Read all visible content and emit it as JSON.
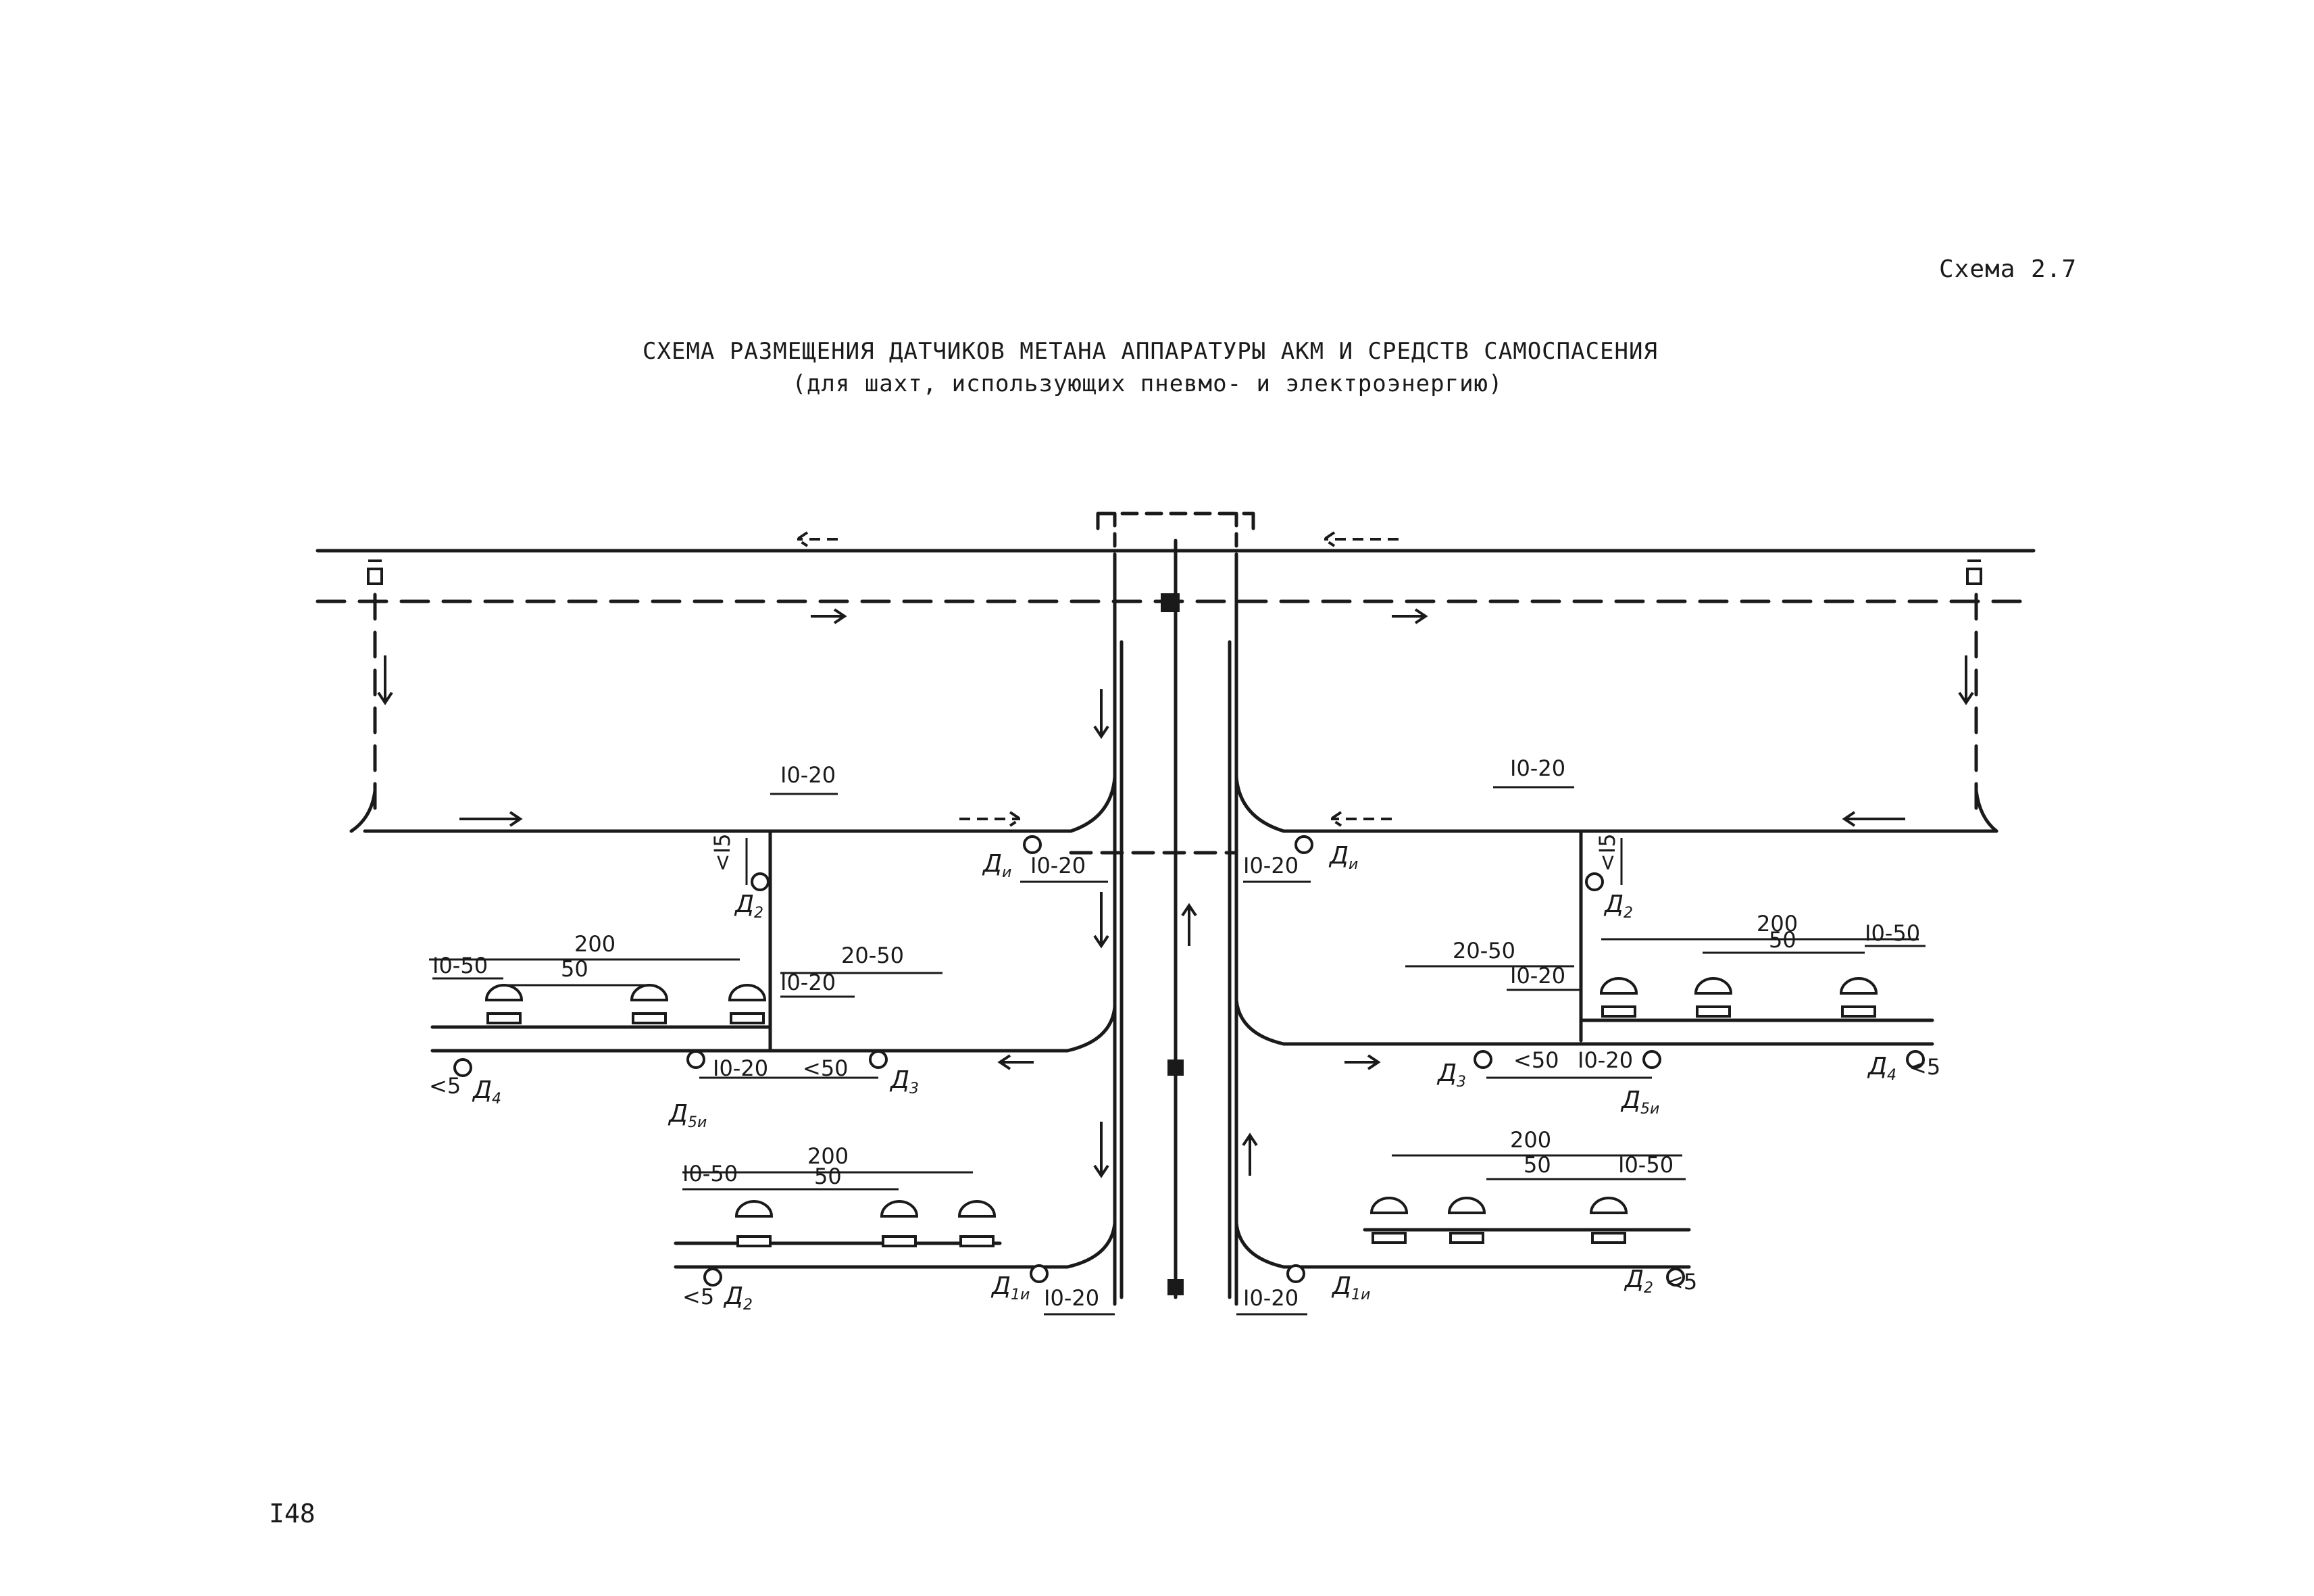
{
  "header": {
    "scheme_label": "Схема 2.7",
    "title": "СХЕМА РАЗМЕЩЕНИЯ ДАТЧИКОВ МЕТАНА АППАРАТУРЫ АКМ И СРЕДСТВ САМОСПАСЕНИЯ",
    "subtitle": "(для шахт, использующих пневмо- и электроэнергию)"
  },
  "footer": {
    "page_number": "I48"
  },
  "dimensions": {
    "d10_20": "I0-20",
    "d10_50": "I0-50",
    "d20_50": "20-50",
    "d200": "200",
    "d50": "50",
    "lt15": "<I5",
    "lt50": "<50",
    "lt5": "<5"
  },
  "sensors": {
    "D": "Д",
    "sub_i": "и",
    "sub_1i": "1и",
    "sub_2": "2",
    "sub_3": "3",
    "sub_4": "4",
    "sub_5i": "5и"
  },
  "colors": {
    "ink": "#1a1a1a",
    "paper": "#ffffff"
  }
}
